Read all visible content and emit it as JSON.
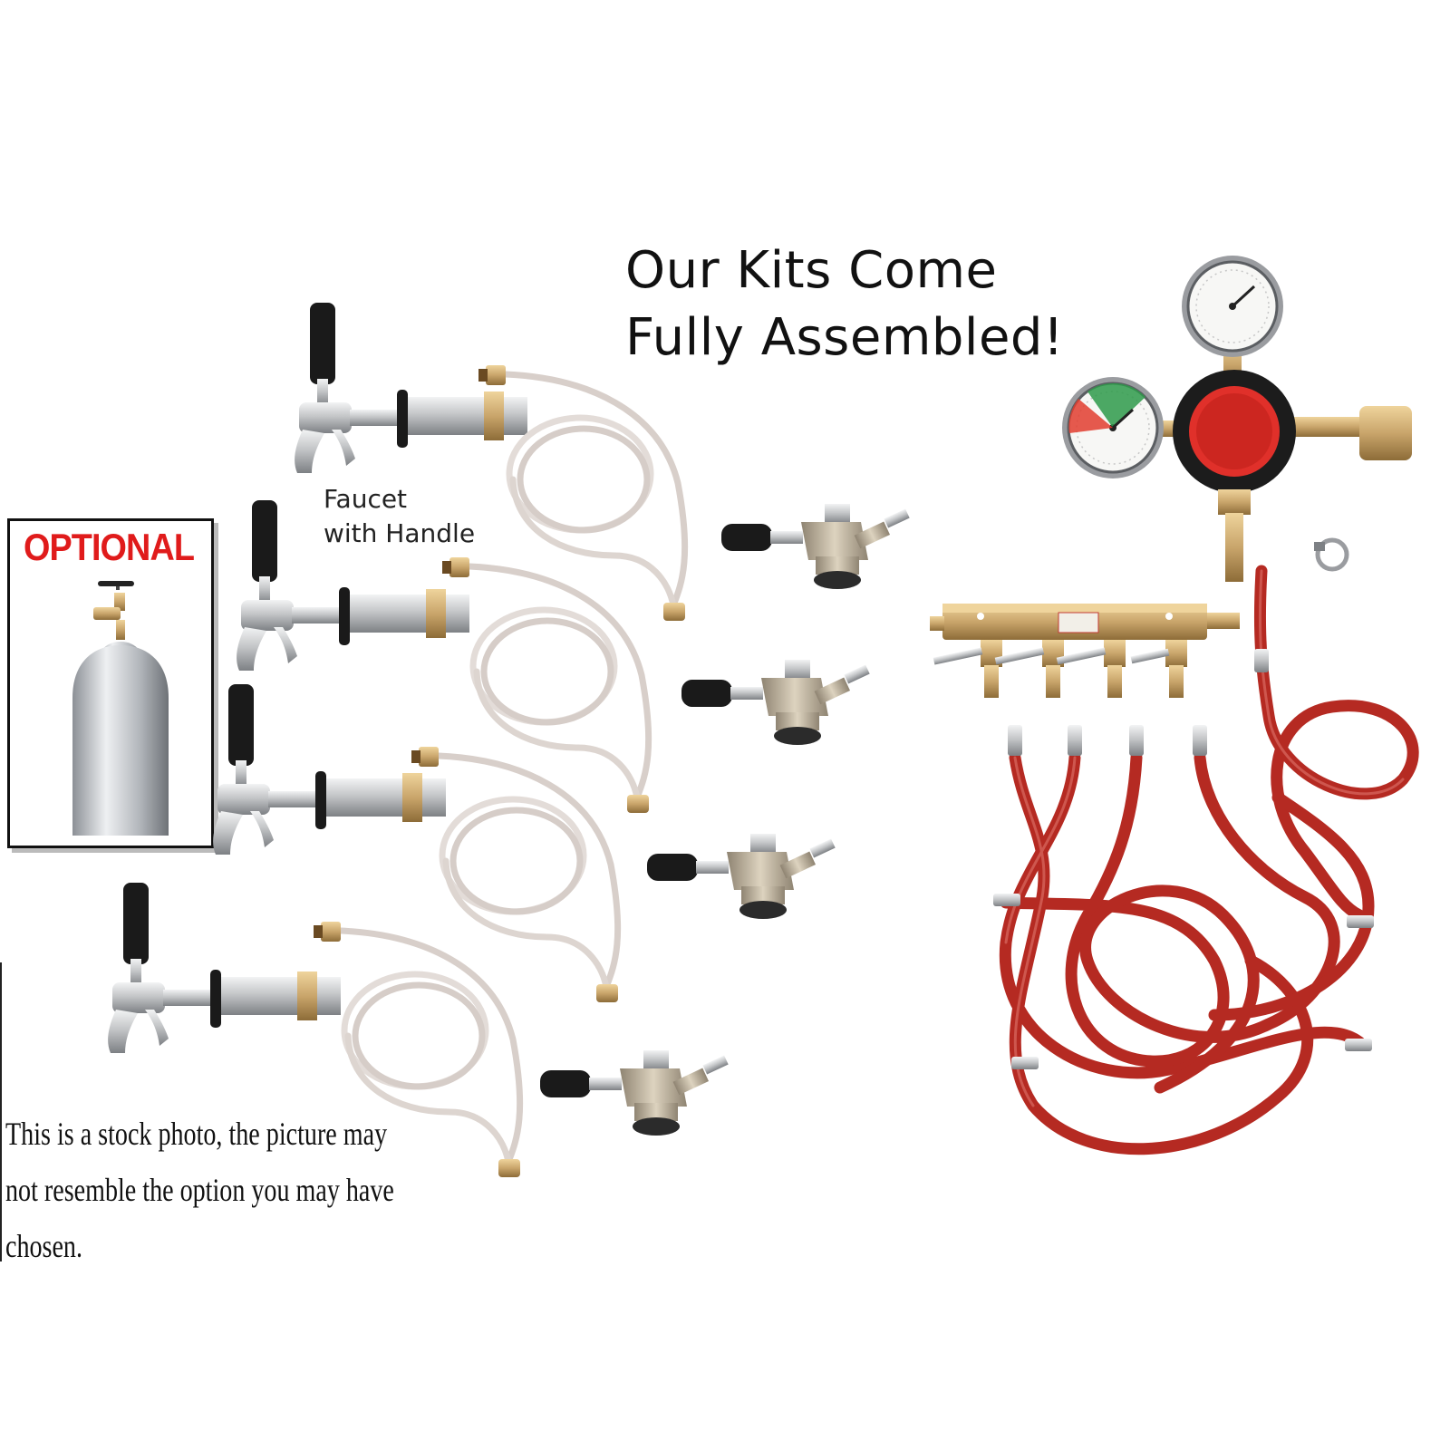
{
  "headline": {
    "line1": "Our Kits Come",
    "line2": "Fully Assembled!"
  },
  "faucet_label": {
    "line1": "Faucet",
    "line2": "with Handle"
  },
  "optional_label": "OPTIONAL",
  "disclaimer": {
    "line1": "This is a stock photo, the picture may",
    "line2": "not resemble the option you may have",
    "line3": "chosen."
  },
  "colors": {
    "accent_red": "#e01b1b",
    "gas_line": "#b52a22",
    "beer_line": "#e3dcd8",
    "brass": "#c9a56b",
    "chrome": "#c4c6c8",
    "handle": "#1a1a1a"
  },
  "icons": [
    "beer-faucet-icon",
    "beer-line-coil-icon",
    "keg-coupler-icon",
    "co2-regulator-icon",
    "gas-manifold-icon",
    "gas-line-icon",
    "co2-tank-icon"
  ]
}
